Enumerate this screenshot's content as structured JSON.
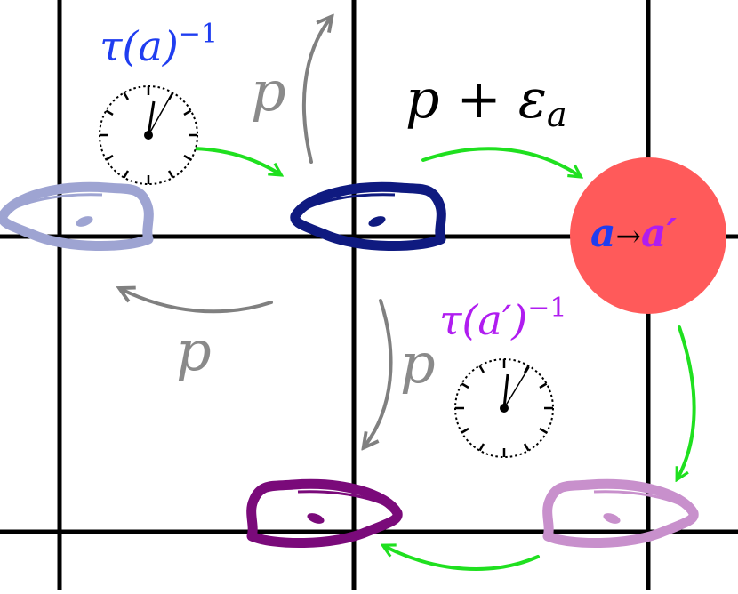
{
  "labels": {
    "tau_a": {
      "base": "τ(a)",
      "exp": "−1",
      "color": "#1f3df0"
    },
    "tau_a_prime": {
      "base": "τ(a′)",
      "exp": "−1",
      "color": "#b01df0"
    },
    "p_plus_eps": {
      "p": "p",
      "plus": " + ",
      "eps": "ε",
      "sub": "a",
      "color": "#000000"
    },
    "p_top": "p",
    "p_left": "p",
    "p_mid": "p",
    "transition": {
      "from": "a",
      "arrow": "→",
      "to": "a′",
      "from_color": "#1f3df0",
      "to_color": "#b01df0"
    }
  },
  "colors": {
    "grid": "#000000",
    "green_arrow": "#1fe01f",
    "gray_arrow": "#808080",
    "gray_label": "#8a8a8a",
    "circle": "#ff5a5a",
    "organism_faded_blue": "#9ea4d2",
    "organism_dark_blue": "#0f1a80",
    "organism_faded_purple": "#c890cc",
    "organism_dark_purple": "#7a0a7a"
  },
  "icons": [
    "clock-icon",
    "organism-icon"
  ]
}
